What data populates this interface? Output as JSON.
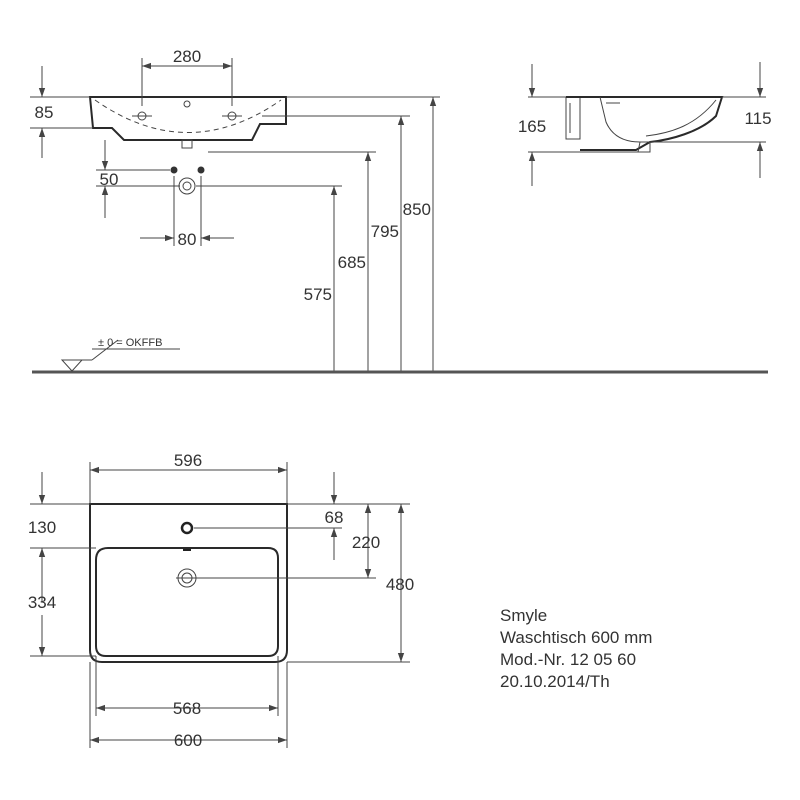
{
  "dimensions": {
    "front": {
      "tap_spacing": "280",
      "rim_height": "85",
      "outlet_spacing": "50",
      "waste_width": "80",
      "waste_height": "575",
      "supply_height": "685",
      "underside_height": "795",
      "top_height": "850"
    },
    "side": {
      "total_depth": "165",
      "bowl_depth": "115"
    },
    "plan": {
      "overall_width_top": "596",
      "rear_rim": "130",
      "tap_hole_offset": "68",
      "waste_offset": "220",
      "bowl_depth": "334",
      "overall_depth": "480",
      "bowl_width": "568",
      "overall_width": "600"
    }
  },
  "floor_reference": "± 0 = OKFFB",
  "title_block": {
    "product": "Smyle",
    "description": "Waschtisch 600 mm",
    "model": "Mod.-Nr. 12 05 60",
    "date": "20.10.2014/Th"
  }
}
